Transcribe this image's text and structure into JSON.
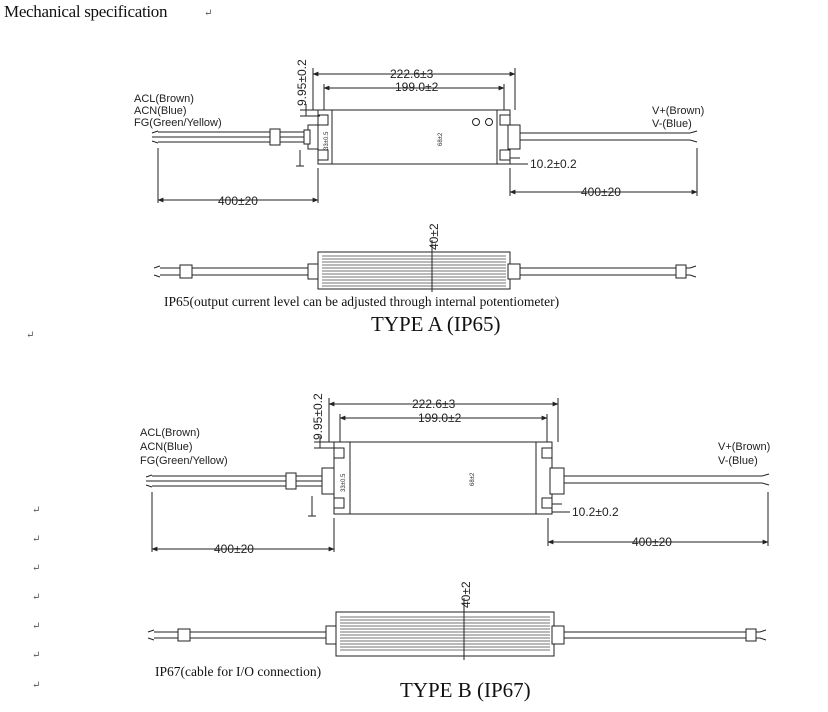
{
  "page_title": "Mechanical specification",
  "para_mark": "↵",
  "type_a": {
    "input_labels": [
      "ACL(Brown)",
      "ACN(Blue)",
      "FG(Green/Yellow)"
    ],
    "output_labels": [
      "V+(Brown)",
      "V-(Blue)"
    ],
    "dim_length_total": "222.6±3",
    "dim_length_mount": "199.0±2",
    "dim_flange": "9.95±0.2",
    "dim_hole": "10.2±0.2",
    "dim_cable_in": "400±20",
    "dim_cable_out": "400±20",
    "dim_height": "40±2",
    "body_tag_left": "33±0.5",
    "body_tag_mid": "68±2",
    "caption": "IP65(output  current level can be adjusted through internal potentiometer)",
    "type_label": "TYPE A (IP65)"
  },
  "type_b": {
    "input_labels": [
      "ACL(Brown)",
      "ACN(Blue)",
      "FG(Green/Yellow)"
    ],
    "output_labels": [
      "V+(Brown)",
      "V-(Blue)"
    ],
    "dim_length_total": "222.6±3",
    "dim_length_mount": "199.0±2",
    "dim_flange": "9.95±0.2",
    "dim_hole": "10.2±0.2",
    "dim_cable_in": "400±20",
    "dim_cable_out": "400±20",
    "dim_height": "40±2",
    "body_tag_left": "33±0.5",
    "body_tag_mid": "68±2",
    "caption": "IP67(cable for I/O connection)",
    "type_label": "TYPE B (IP67)"
  }
}
